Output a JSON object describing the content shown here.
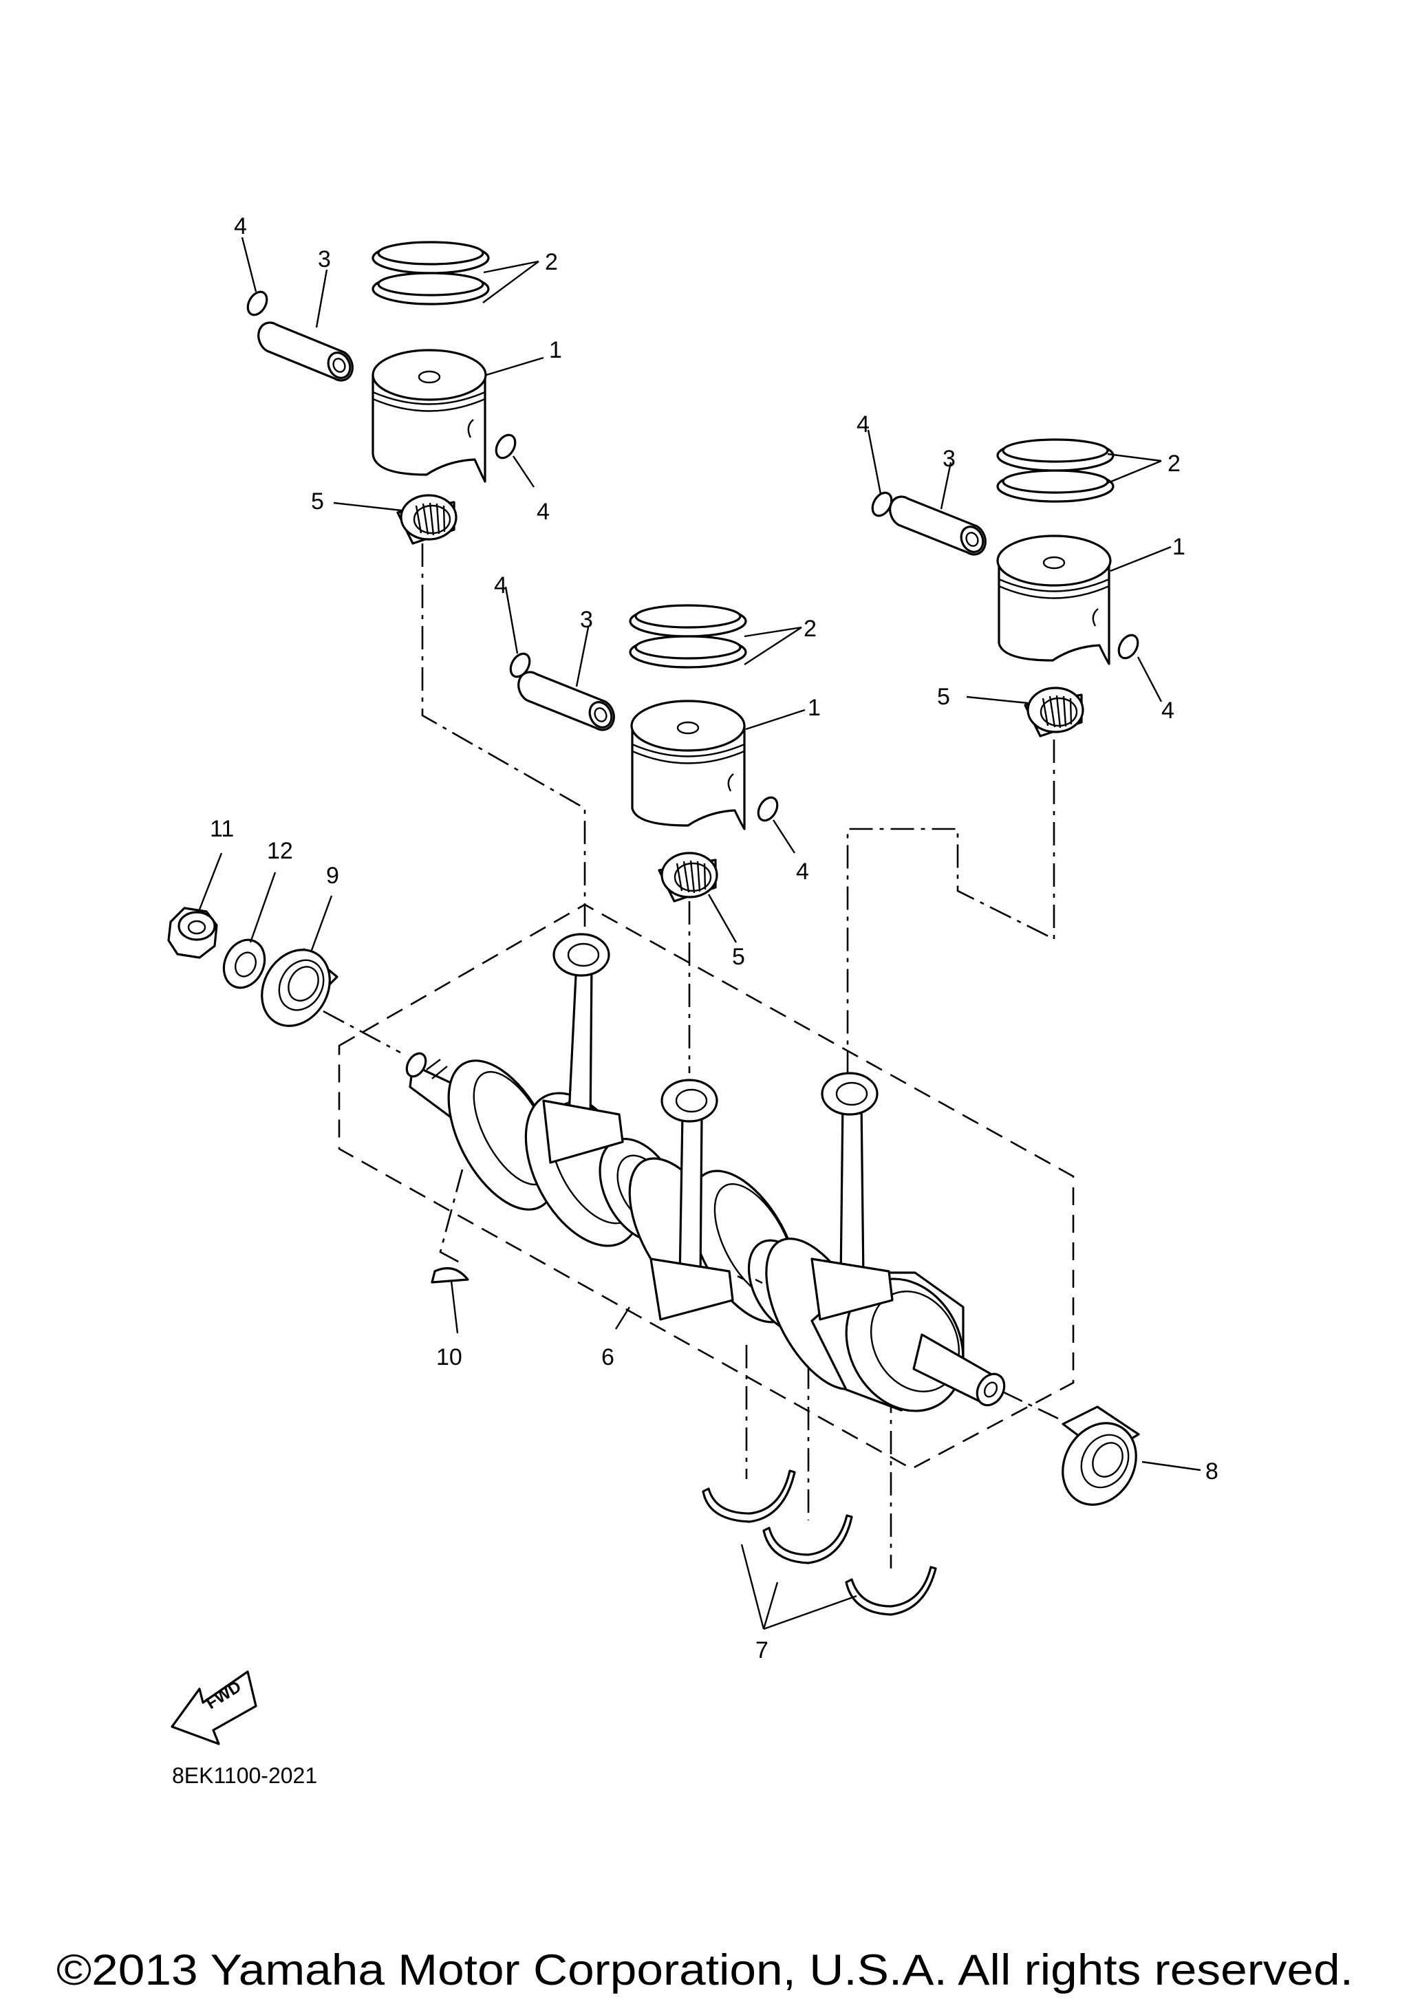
{
  "diagram": {
    "drawing_code": "8EK1100-2021",
    "copyright": "©2013 Yamaha Motor Corporation, U.S.A. All rights reserved.",
    "fwd_label": "FWD",
    "callouts": {
      "c1a": "1",
      "c2a": "2",
      "c3a": "3",
      "c4a": "4",
      "c4b": "4",
      "c5a": "5",
      "c1b": "1",
      "c2b": "2",
      "c3b": "3",
      "c4c": "4",
      "c4d": "4",
      "c5b": "5",
      "c1c": "1",
      "c2c": "2",
      "c3c": "3",
      "c4e": "4",
      "c4f": "4",
      "c5c": "5",
      "c6": "6",
      "c7": "7",
      "c8": "8",
      "c9": "9",
      "c10": "10",
      "c11": "11",
      "c12": "12"
    }
  }
}
